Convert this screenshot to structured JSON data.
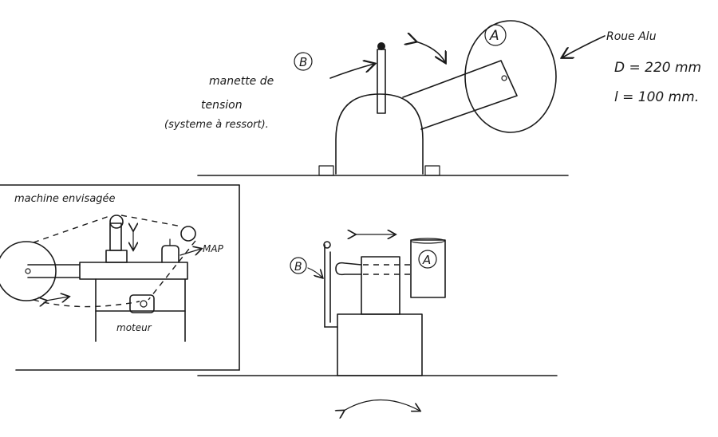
{
  "top_view": {
    "label_b": "B",
    "label_a": "A",
    "lever_text_1": "manette de",
    "lever_text_2": "tension",
    "lever_text_3": "(systeme à ressort).",
    "wheel_text_1": "Roue Alu",
    "wheel_text_2": "D = 220 mm",
    "wheel_text_3": "l = 100 mm."
  },
  "inset": {
    "title": "machine envisagée",
    "map_label": "MAP",
    "motor_label": "moteur"
  },
  "front_view": {
    "label_b": "B",
    "label_a": "A"
  }
}
